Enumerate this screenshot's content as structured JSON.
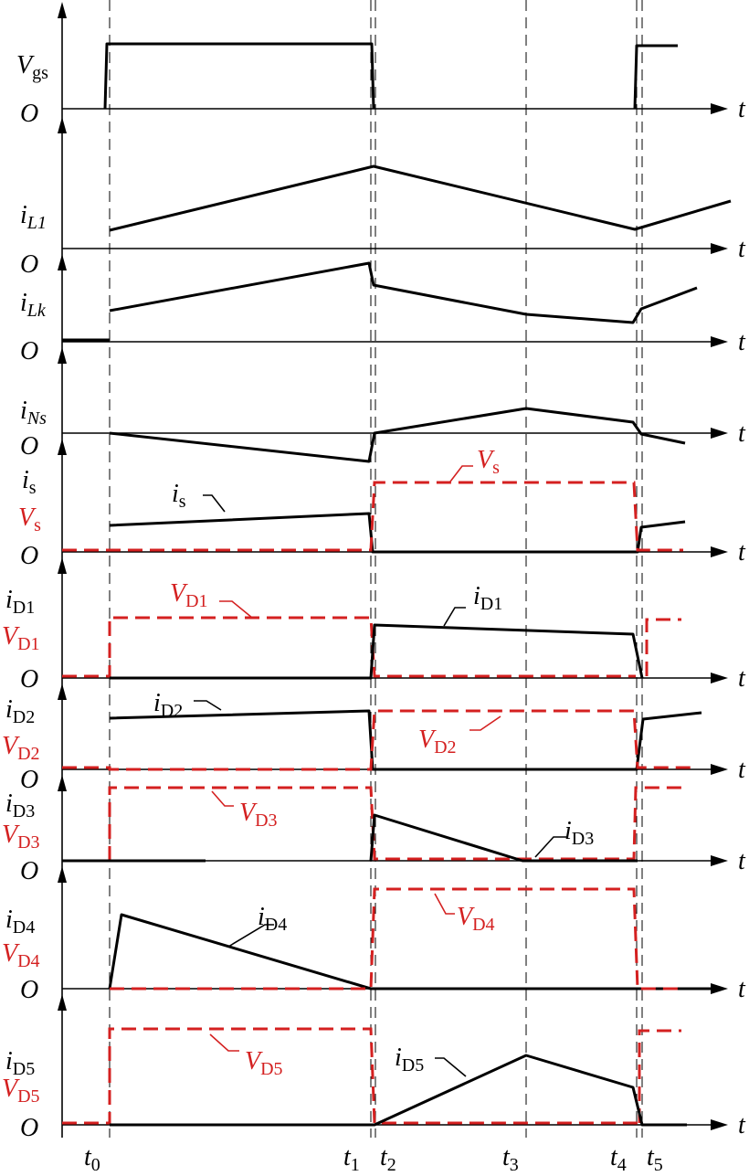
{
  "time_axis_symbol": "t",
  "origin_symbol": "O",
  "time_markers": [
    {
      "base": "t",
      "sub": "0"
    },
    {
      "base": "t",
      "sub": "1"
    },
    {
      "base": "t",
      "sub": "2"
    },
    {
      "base": "t",
      "sub": "3"
    },
    {
      "base": "t",
      "sub": "4"
    },
    {
      "base": "t",
      "sub": "5"
    }
  ],
  "panels": [
    {
      "id": "vgs",
      "labels": [
        {
          "base": "V",
          "sub": "gs",
          "color": "black"
        }
      ]
    },
    {
      "id": "il1",
      "labels": [
        {
          "base": "i",
          "sub": "L1",
          "color": "black"
        }
      ]
    },
    {
      "id": "ilk",
      "labels": [
        {
          "base": "i",
          "sub": "Lk",
          "color": "black"
        }
      ]
    },
    {
      "id": "ins",
      "labels": [
        {
          "base": "i",
          "sub": "Ns",
          "color": "black"
        }
      ]
    },
    {
      "id": "is_vs",
      "labels": [
        {
          "base": "i",
          "sub": "s",
          "color": "black"
        },
        {
          "base": "V",
          "sub": "s",
          "color": "red"
        }
      ]
    },
    {
      "id": "d1",
      "labels": [
        {
          "base": "i",
          "sub": "D1",
          "color": "black"
        },
        {
          "base": "V",
          "sub": "D1",
          "color": "red"
        }
      ]
    },
    {
      "id": "d2",
      "labels": [
        {
          "base": "i",
          "sub": "D2",
          "color": "black"
        },
        {
          "base": "V",
          "sub": "D2",
          "color": "red"
        }
      ]
    },
    {
      "id": "d3",
      "labels": [
        {
          "base": "i",
          "sub": "D3",
          "color": "black"
        },
        {
          "base": "V",
          "sub": "D3",
          "color": "red"
        }
      ]
    },
    {
      "id": "d4",
      "labels": [
        {
          "base": "i",
          "sub": "D4",
          "color": "black"
        },
        {
          "base": "V",
          "sub": "D4",
          "color": "red"
        }
      ]
    },
    {
      "id": "d5",
      "labels": [
        {
          "base": "i",
          "sub": "D5",
          "color": "black"
        },
        {
          "base": "V",
          "sub": "D5",
          "color": "red"
        }
      ]
    }
  ],
  "curve_annotations": [
    {
      "base": "i",
      "sub": "s",
      "color": "black"
    },
    {
      "base": "V",
      "sub": "s",
      "color": "red"
    },
    {
      "base": "V",
      "sub": "D1",
      "color": "red"
    },
    {
      "base": "i",
      "sub": "D1",
      "color": "black"
    },
    {
      "base": "i",
      "sub": "D2",
      "color": "black"
    },
    {
      "base": "V",
      "sub": "D2",
      "color": "red"
    },
    {
      "base": "V",
      "sub": "D3",
      "color": "red"
    },
    {
      "base": "i",
      "sub": "D3",
      "color": "black"
    },
    {
      "base": "i",
      "sub": "D4",
      "color": "black"
    },
    {
      "base": "V",
      "sub": "D4",
      "color": "red"
    },
    {
      "base": "V",
      "sub": "D5",
      "color": "red"
    },
    {
      "base": "i",
      "sub": "D5",
      "color": "black"
    }
  ],
  "colors": {
    "current": "#000000",
    "voltage": "#d42020"
  }
}
